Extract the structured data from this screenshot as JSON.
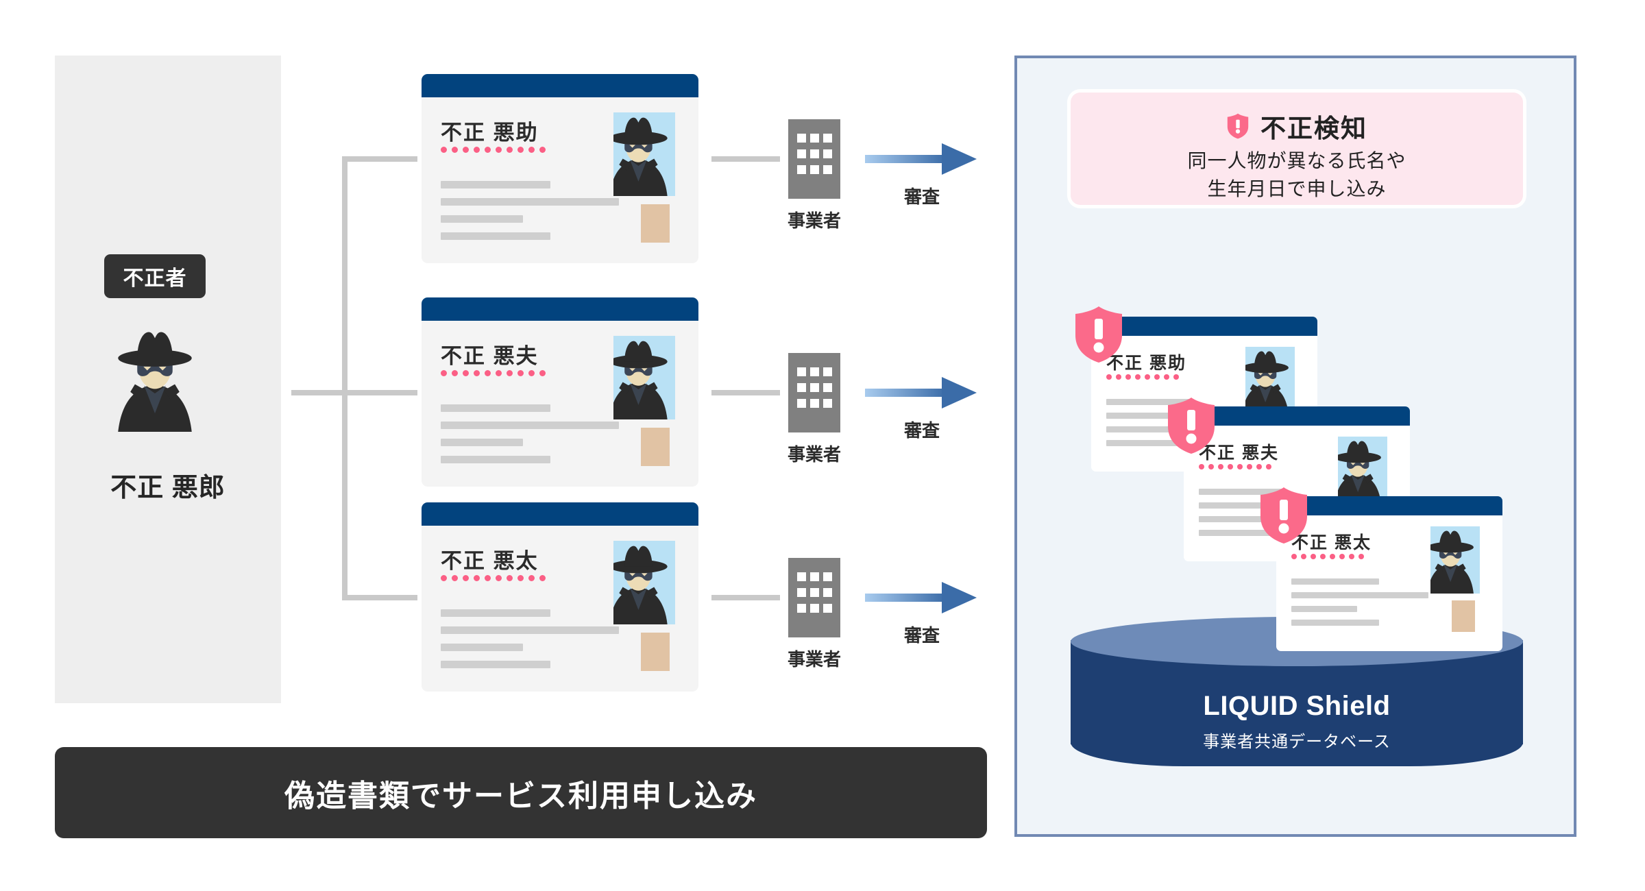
{
  "left_panel": {
    "role_badge": "不正者",
    "person_name": "不正 悪郎",
    "avatar_icon": "thief-avatar-icon"
  },
  "applications": [
    {
      "name": "不正 悪助",
      "dots_count": 10,
      "text_lines": [
        160,
        260,
        120,
        160
      ],
      "operator_label": "事業者",
      "review_label": "審査",
      "operator_icon": "building-icon",
      "arrow_icon": "arrow-right-icon",
      "photo_icon": "thief-photo-icon",
      "chip_icon": "ic-chip-icon"
    },
    {
      "name": "不正 悪夫",
      "dots_count": 10,
      "text_lines": [
        160,
        260,
        120,
        160
      ],
      "operator_label": "事業者",
      "review_label": "審査",
      "operator_icon": "building-icon",
      "arrow_icon": "arrow-right-icon",
      "photo_icon": "thief-photo-icon",
      "chip_icon": "ic-chip-icon"
    },
    {
      "name": "不正 悪太",
      "dots_count": 10,
      "text_lines": [
        160,
        260,
        120,
        160
      ],
      "operator_label": "事業者",
      "review_label": "審査",
      "operator_icon": "building-icon",
      "arrow_icon": "arrow-right-icon",
      "photo_icon": "thief-photo-icon",
      "chip_icon": "ic-chip-icon"
    }
  ],
  "bottom_banner": {
    "text": "偽造書類でサービス利用申し込み"
  },
  "right_panel": {
    "alert": {
      "icon": "shield-alert-icon",
      "title": "不正検知",
      "line1": "同一人物が異なる氏名や",
      "line2": "生年月日で申し込み"
    },
    "detected_cards": [
      {
        "name": "不正 悪助",
        "badge_icon": "shield-alert-icon",
        "dots_count": 8
      },
      {
        "name": "不正 悪夫",
        "badge_icon": "shield-alert-icon",
        "dots_count": 8
      },
      {
        "name": "不正 悪太",
        "badge_icon": "shield-alert-icon",
        "dots_count": 8
      }
    ],
    "database": {
      "title": "LIQUID Shield",
      "subtitle": "事業者共通データベース",
      "icon": "database-cylinder-icon"
    }
  },
  "colors": {
    "card_header_blue": "#02437e",
    "pink_accent": "#fb5f85",
    "alert_pink_bg": "#fde7ee",
    "panel_bg": "#eff4f9",
    "panel_border": "#7189b3",
    "dark_banner": "#333333",
    "db_navy": "#1e3f72",
    "db_top": "#6e8bb8",
    "gray_panel": "#eeeeee",
    "building_gray": "#808080",
    "line_gray": "#c9c9c9",
    "chip_tan": "#e1c3a4",
    "photo_blue": "#b9e1f5"
  }
}
